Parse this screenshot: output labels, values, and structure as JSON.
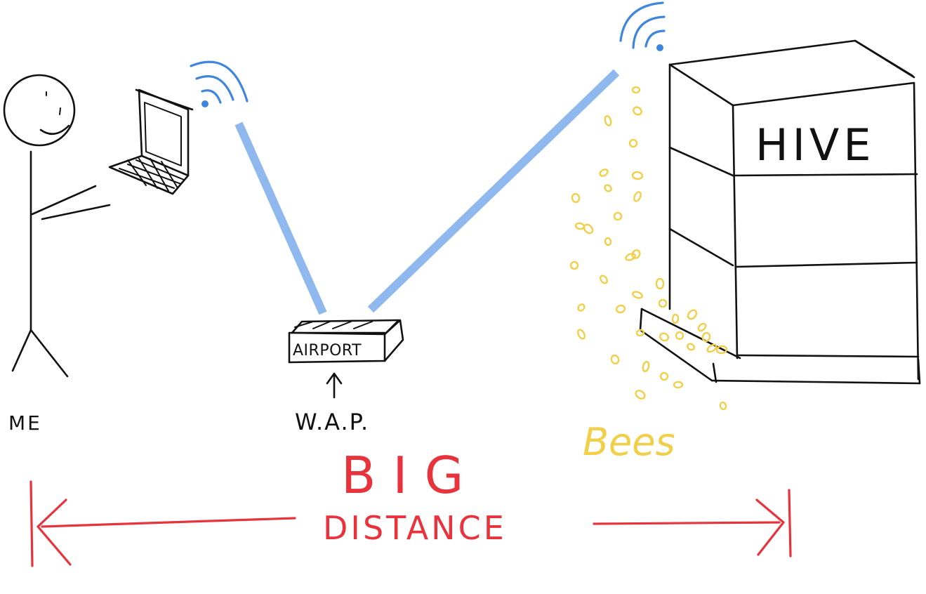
{
  "labels": {
    "me": "ME",
    "wap": "W.A.P.",
    "airport": "AIRPORT",
    "hive": "HIVE",
    "bees": "Bees",
    "big": "BIG",
    "distance": "DISTANCE"
  },
  "colors": {
    "ink": "#111111",
    "signal_beam": "#8ab6ee",
    "wifi_icon": "#3f86dc",
    "bees": "#f2cf48",
    "distance_arrow": "#e8333c"
  },
  "icons": [
    "person-icon",
    "laptop-icon",
    "wifi-icon",
    "router-icon",
    "beehive-icon",
    "bee-icon",
    "arrow-icon"
  ]
}
